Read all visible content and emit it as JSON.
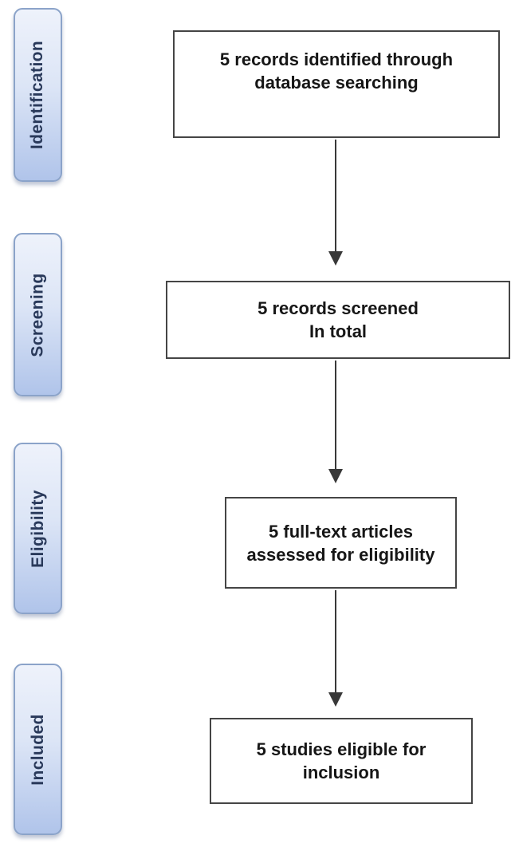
{
  "diagram": {
    "type": "prisma-flowchart",
    "stages": [
      {
        "label": "Identification"
      },
      {
        "label": "Screening"
      },
      {
        "label": "Eligibility"
      },
      {
        "label": "Included"
      }
    ],
    "flow_boxes": [
      {
        "lines": [
          "5 records identified through",
          "database searching"
        ]
      },
      {
        "lines": [
          "5 records screened",
          "In total"
        ]
      },
      {
        "lines": [
          "5 full-text articles",
          "assessed for eligibility"
        ]
      },
      {
        "lines": [
          "5 studies eligible for",
          "inclusion"
        ]
      }
    ],
    "colors": {
      "stage_fill_top": "#eef2fb",
      "stage_fill_mid": "#dce5f6",
      "stage_fill_bottom": "#b0c4ea",
      "stage_border": "#8ba3c9",
      "stage_text": "#29395a",
      "box_border": "#454545",
      "box_text": "#161616",
      "arrow": "#383838",
      "background": "#ffffff"
    }
  }
}
